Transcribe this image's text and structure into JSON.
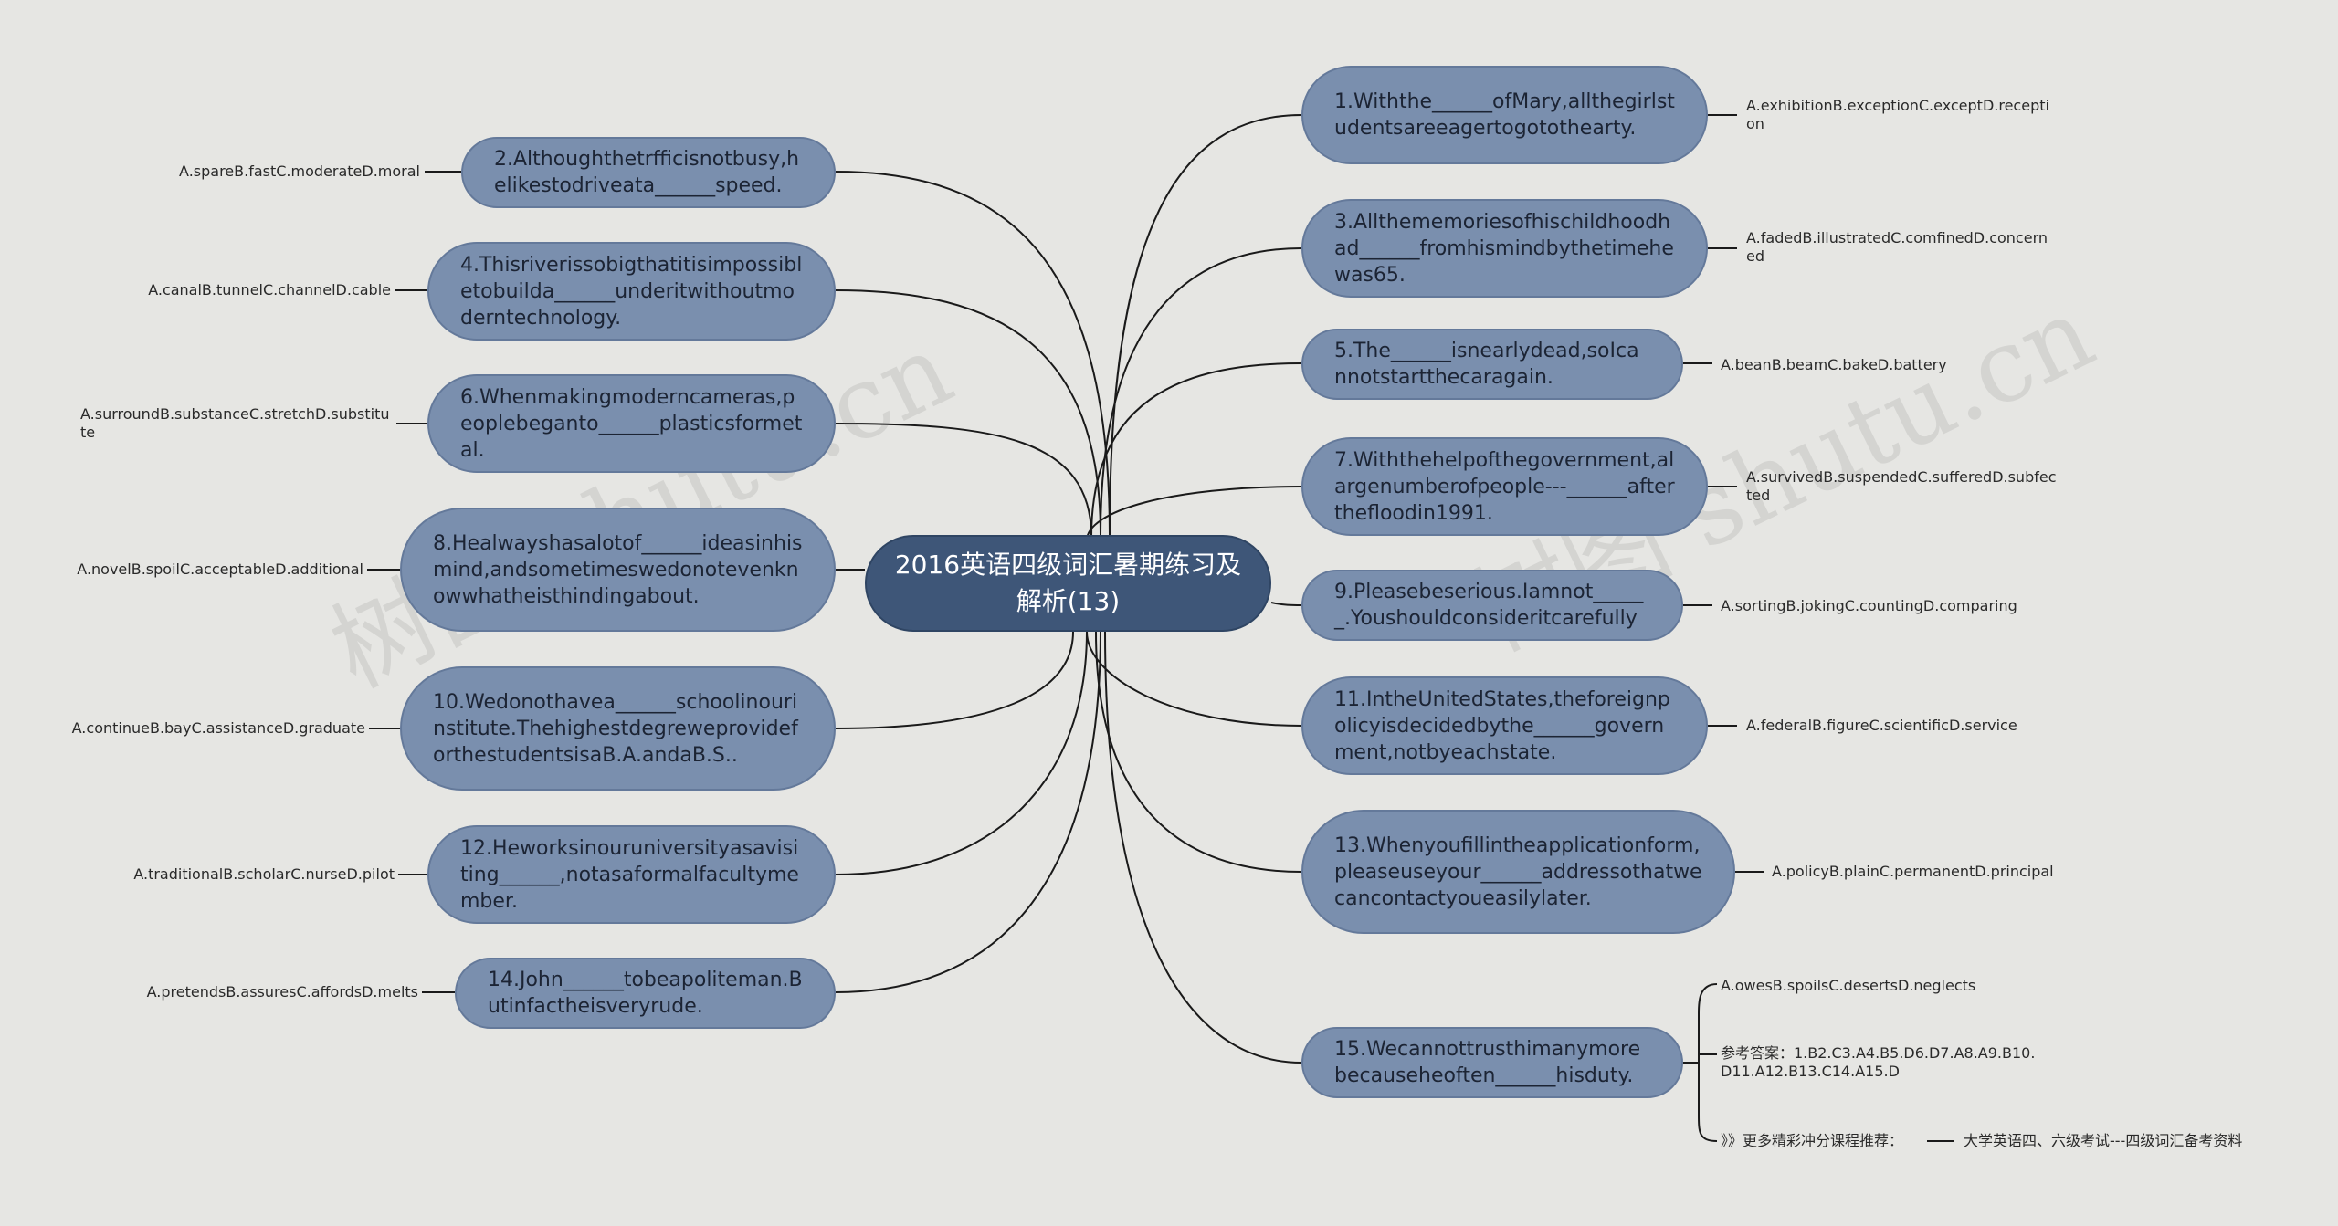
{
  "title": "2016英语四级词汇暑期练习及解析(13)",
  "watermarks": [
    "树图 shutu.cn",
    "树图 shutu.cn"
  ],
  "left_nodes": [
    {
      "text": "2.Althoughthetrfficisnotbusy,helikestodriveata______speed.",
      "leaf": "A.spareB.fastC.moderateD.moral"
    },
    {
      "text": "4.Thisriverissobigthatitisimpossibletobuilda______underitwithoutmoderntechnology.",
      "leaf": "A.canalB.tunnelC.channelD.cable"
    },
    {
      "text": "6.Whenmakingmoderncameras,peoplebeganto______plasticsformetal.",
      "leaf": "A.surroundB.substanceC.stretchD.substitute"
    },
    {
      "text": "8.Healwayshasalotof______ideasinhismind,andsometimeswedonotevenknowwhatheisthindingabout.",
      "leaf": "A.novelB.spoilC.acceptableD.additional"
    },
    {
      "text": "10.Wedonothavea______schoolinourinstitute.ThehighestdegreweprovideforthestudentsisaB.A.andaB.S..",
      "leaf": "A.continueB.bayC.assistanceD.graduate"
    },
    {
      "text": "12.Heworksinouruniversityasavisiting______,notasaformalfacultymember.",
      "leaf": "A.traditionalB.scholarC.nurseD.pilot"
    },
    {
      "text": "14.John______tobeapoliteman.Butinfactheisveryrude.",
      "leaf": "A.pretendsB.assuresC.affordsD.melts"
    }
  ],
  "right_nodes": [
    {
      "text": "1.Withthe______ofMary,allthegirlstudentsareeagertogotothearty.",
      "leaf": "A.exhibitionB.exceptionC.exceptD.reception"
    },
    {
      "text": "3.Allthememoriesofhischildhoodhad______fromhismindbythetimehewas65.",
      "leaf": "A.fadedB.illustratedC.comfinedD.concerned"
    },
    {
      "text": "5.The______isnearlydead,soIcannotstartthecaragain.",
      "leaf": "A.beanB.beamC.bakeD.battery"
    },
    {
      "text": "7.Withthehelpofthegovernment,alargenumberofpeople---______afterthefloodin1991.",
      "leaf": "A.survivedB.suspendedC.sufferedD.subfected"
    },
    {
      "text": "9.Pleasebeserious.Iamnot______.Youshouldconsideritcarefully",
      "leaf": "A.sortingB.jokingC.countingD.comparing"
    },
    {
      "text": "11.IntheUnitedStates,theforeignpolicyisdecidedbythe______government,notbyeachstate.",
      "leaf": "A.federalB.figureC.scientificD.service"
    },
    {
      "text": "13.Whenyoufillintheapplicationform,pleaseuseyour______addressothatwecancontactyoueasilylater.",
      "leaf": "A.policyB.plainC.permanentD.principal"
    },
    {
      "text": "15.Wecannottrusthimanymorebecauseheoften______hisduty.",
      "leaf": ""
    }
  ],
  "node15_leaves": [
    "A.owesB.spoilsC.desertsD.neglects",
    "参考答案：1.B2.C3.A4.B5.D6.D7.A8.A9.B10.D11.A12.B13.C14.A15.D",
    "》》更多精彩冲分课程推荐："
  ],
  "recommend_child": "大学英语四、六级考试---四级词汇备考资料",
  "colors": {
    "background": "#e6e6e3",
    "root": "#3e5678",
    "node": "#7a8fae",
    "line": "#1a1a1a"
  }
}
